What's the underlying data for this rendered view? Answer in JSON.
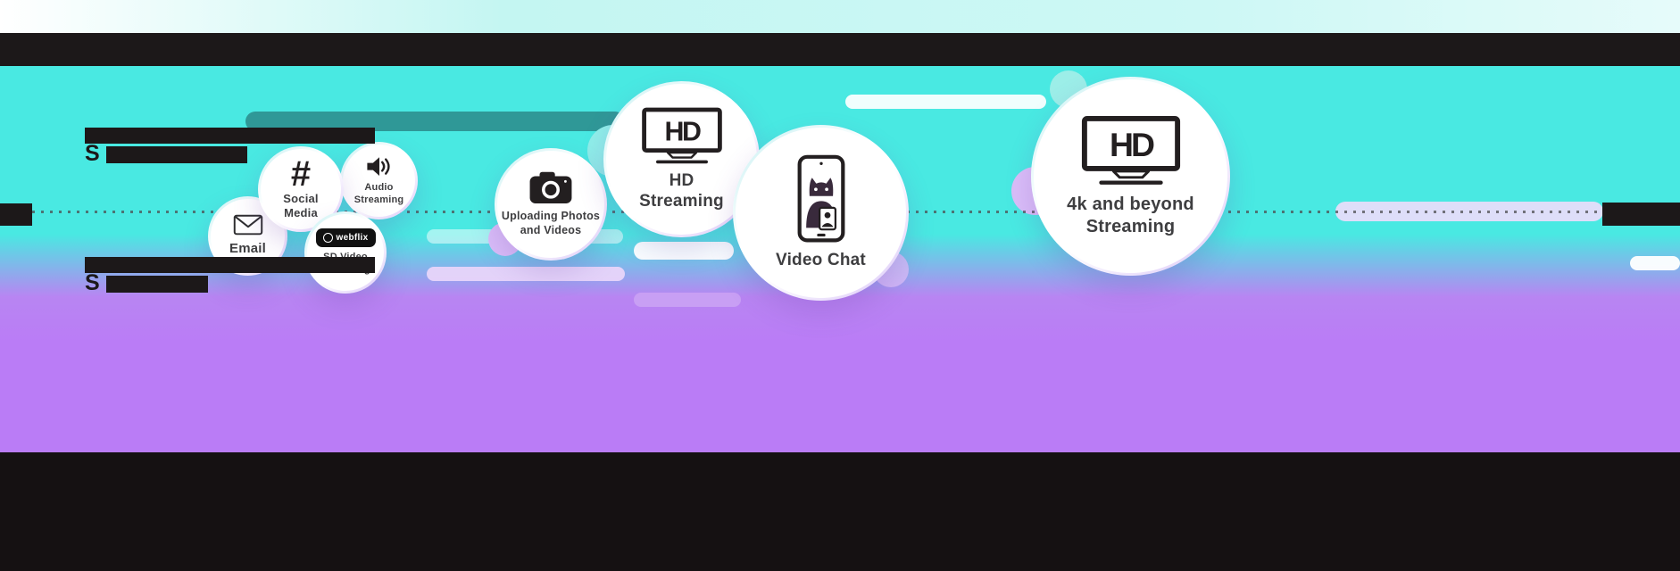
{
  "colors": {
    "background_top": "#49e9e2",
    "background_bottom": "#ba7cf6",
    "redaction_black": "#1c1819",
    "bubble_fill": "#ffffff",
    "label_text": "#3e3e40",
    "teal_pill": "#2f7a7e",
    "purple_pill": "#c89ff4"
  },
  "redacted_text": {
    "download_line_visible": "S",
    "upload_line_visible": "S"
  },
  "bubbles": [
    {
      "label": "Email",
      "icon": "envelope-icon"
    },
    {
      "label": "Social Media",
      "icon": "hashtag-icon",
      "glyph": "#"
    },
    {
      "label": "Audio Streaming",
      "icon": "speaker-icon"
    },
    {
      "label": "SD Video Streaming",
      "icon": "webflix-badge-icon",
      "badge_text": "webflix"
    },
    {
      "label": "Uploading Photos and Videos",
      "icon": "camera-icon"
    },
    {
      "label": "HD Streaming",
      "icon": "hd-tv-icon",
      "tv_label": "HD"
    },
    {
      "label": "Video Chat",
      "icon": "video-chat-phone-icon"
    },
    {
      "label": "4k and beyond Streaming",
      "icon": "hd-tv-icon",
      "tv_label": "HD"
    }
  ]
}
